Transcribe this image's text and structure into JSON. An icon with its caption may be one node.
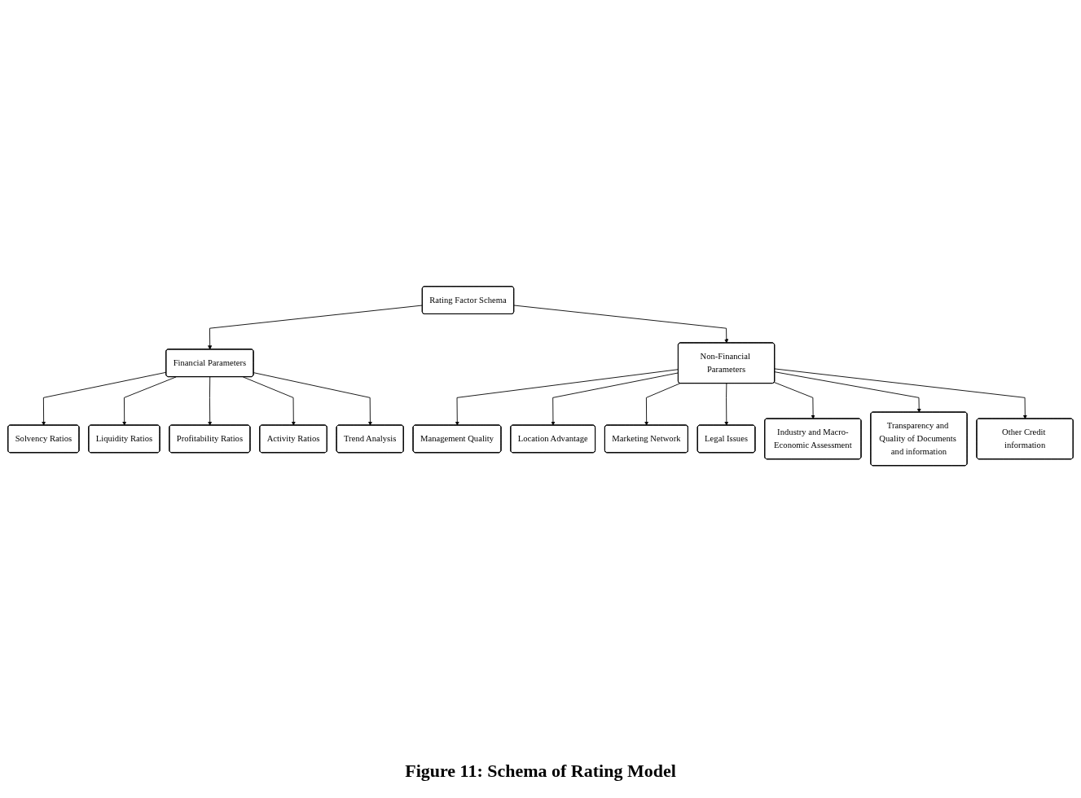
{
  "diagram": {
    "caption": "Figure 11: Schema of Rating Model",
    "nodes": [
      {
        "text": [
          "Rating Factor Schema"
        ]
      },
      {
        "text": [
          "Financial Parameters"
        ]
      },
      {
        "text": [
          "Non-Financial Parameters"
        ]
      },
      {
        "text": [
          "Solvency Ratios"
        ]
      },
      {
        "text": [
          "Liquidity Ratios"
        ]
      },
      {
        "text": [
          "Profitability Ratios"
        ]
      },
      {
        "text": [
          "Activity Ratios"
        ]
      },
      {
        "text": [
          "Trend Analysis"
        ]
      },
      {
        "text": [
          "Management Quality"
        ]
      },
      {
        "text": [
          "Location Advantage"
        ]
      },
      {
        "text": [
          "Marketing Network"
        ]
      },
      {
        "text": [
          "Legal Issues"
        ]
      },
      {
        "text": [
          "Industry and Macro-Economic Assessment"
        ]
      },
      {
        "text": [
          "Transparency and Quality of Documents and information"
        ]
      },
      {
        "text": [
          "Other Credit information"
        ]
      }
    ],
    "edges": [
      {
        "from": 0,
        "to": 1,
        "arrow": "to"
      },
      {
        "from": 0,
        "to": 2,
        "arrow": "to"
      },
      {
        "from": 1,
        "to": 3,
        "arrow": "to"
      },
      {
        "from": 1,
        "to": 4,
        "arrow": "to"
      },
      {
        "from": 1,
        "to": 5,
        "arrow": "to"
      },
      {
        "from": 1,
        "to": 6,
        "arrow": "to"
      },
      {
        "from": 1,
        "to": 7,
        "arrow": "to"
      },
      {
        "from": 2,
        "to": 8,
        "arrow": "to"
      },
      {
        "from": 2,
        "to": 9,
        "arrow": "to"
      },
      {
        "from": 2,
        "to": 10,
        "arrow": "to"
      },
      {
        "from": 2,
        "to": 11,
        "arrow": "to"
      },
      {
        "from": 2,
        "to": 12,
        "arrow": "to"
      },
      {
        "from": 2,
        "to": 13,
        "arrow": "to"
      },
      {
        "from": 2,
        "to": 14,
        "arrow": "to"
      }
    ]
  }
}
